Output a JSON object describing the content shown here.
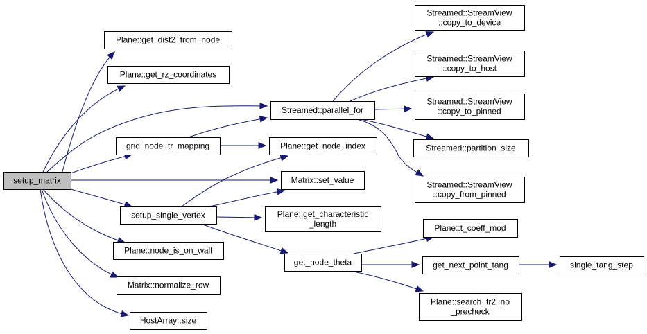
{
  "diagram": {
    "type": "call-graph",
    "root": "setup_matrix",
    "colors": {
      "edge": "#191970",
      "root_fill": "#bfbfbf",
      "node_fill": "#ffffff",
      "node_border": "#000000"
    },
    "nodes": [
      {
        "id": "setup_matrix",
        "lines": [
          "setup_matrix"
        ],
        "root": true
      },
      {
        "id": "get_dist2_from_node",
        "lines": [
          "Plane::get_dist2_from_node"
        ]
      },
      {
        "id": "get_rz_coordinates",
        "lines": [
          "Plane::get_rz_coordinates"
        ]
      },
      {
        "id": "grid_node_tr_mapping",
        "lines": [
          "grid_node_tr_mapping"
        ]
      },
      {
        "id": "setup_single_vertex",
        "lines": [
          "setup_single_vertex"
        ]
      },
      {
        "id": "node_is_on_wall",
        "lines": [
          "Plane::node_is_on_wall"
        ]
      },
      {
        "id": "normalize_row",
        "lines": [
          "Matrix::normalize_row"
        ]
      },
      {
        "id": "hostarray_size",
        "lines": [
          "HostArray::size"
        ]
      },
      {
        "id": "parallel_for",
        "lines": [
          "Streamed::parallel_for"
        ]
      },
      {
        "id": "get_node_index",
        "lines": [
          "Plane::get_node_index"
        ]
      },
      {
        "id": "set_value",
        "lines": [
          "Matrix::set_value"
        ]
      },
      {
        "id": "get_characteristic_length",
        "lines": [
          "Plane::get_characteristic",
          "_length"
        ]
      },
      {
        "id": "get_node_theta",
        "lines": [
          "get_node_theta"
        ]
      },
      {
        "id": "copy_to_device",
        "lines": [
          "Streamed::StreamView",
          "::copy_to_device"
        ]
      },
      {
        "id": "copy_to_host",
        "lines": [
          "Streamed::StreamView",
          "::copy_to_host"
        ]
      },
      {
        "id": "copy_to_pinned",
        "lines": [
          "Streamed::StreamView",
          "::copy_to_pinned"
        ]
      },
      {
        "id": "partition_size",
        "lines": [
          "Streamed::partition_size"
        ]
      },
      {
        "id": "copy_from_pinned",
        "lines": [
          "Streamed::StreamView",
          "::copy_from_pinned"
        ]
      },
      {
        "id": "t_coeff_mod",
        "lines": [
          "Plane::t_coeff_mod"
        ]
      },
      {
        "id": "get_next_point_tang",
        "lines": [
          "get_next_point_tang"
        ]
      },
      {
        "id": "single_tang_step",
        "lines": [
          "single_tang_step"
        ]
      },
      {
        "id": "search_tr2_no_precheck",
        "lines": [
          "Plane::search_tr2_no",
          "_precheck"
        ]
      }
    ],
    "edges": [
      {
        "from": "setup_matrix",
        "to": "get_dist2_from_node"
      },
      {
        "from": "setup_matrix",
        "to": "get_rz_coordinates"
      },
      {
        "from": "setup_matrix",
        "to": "parallel_for"
      },
      {
        "from": "setup_matrix",
        "to": "grid_node_tr_mapping"
      },
      {
        "from": "setup_matrix",
        "to": "set_value"
      },
      {
        "from": "setup_matrix",
        "to": "setup_single_vertex"
      },
      {
        "from": "setup_matrix",
        "to": "node_is_on_wall"
      },
      {
        "from": "setup_matrix",
        "to": "normalize_row"
      },
      {
        "from": "setup_matrix",
        "to": "hostarray_size"
      },
      {
        "from": "grid_node_tr_mapping",
        "to": "parallel_for"
      },
      {
        "from": "grid_node_tr_mapping",
        "to": "get_node_index"
      },
      {
        "from": "setup_single_vertex",
        "to": "get_node_index"
      },
      {
        "from": "setup_single_vertex",
        "to": "set_value"
      },
      {
        "from": "setup_single_vertex",
        "to": "get_characteristic_length"
      },
      {
        "from": "setup_single_vertex",
        "to": "get_node_theta"
      },
      {
        "from": "parallel_for",
        "to": "copy_to_device"
      },
      {
        "from": "parallel_for",
        "to": "copy_to_host"
      },
      {
        "from": "parallel_for",
        "to": "copy_to_pinned"
      },
      {
        "from": "parallel_for",
        "to": "partition_size"
      },
      {
        "from": "parallel_for",
        "to": "copy_from_pinned"
      },
      {
        "from": "get_node_theta",
        "to": "t_coeff_mod"
      },
      {
        "from": "get_node_theta",
        "to": "get_next_point_tang"
      },
      {
        "from": "get_node_theta",
        "to": "search_tr2_no_precheck"
      },
      {
        "from": "get_next_point_tang",
        "to": "single_tang_step"
      }
    ]
  }
}
